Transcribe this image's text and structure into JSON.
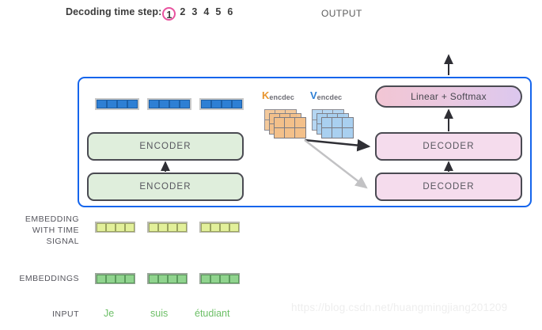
{
  "header": {
    "decoding_label": "Decoding time step:",
    "current_step": "1",
    "steps": [
      "2",
      "3",
      "4",
      "5",
      "6"
    ],
    "step_circle_color": "#e8539f",
    "output_label": "OUTPUT"
  },
  "model": {
    "container_border_color": "#1565ec",
    "encoder_top_label": "ENCODER",
    "encoder_bottom_label": "ENCODER",
    "decoder_top_label": "DECODER",
    "decoder_bottom_label": "DECODER",
    "linear_softmax_label": "Linear + Softmax",
    "encoder_color": "#dfeedc",
    "decoder_color": "#f5dced"
  },
  "attention": {
    "k_letter": "K",
    "k_subscript": "encdec",
    "k_color": "#e8952f",
    "v_letter": "V",
    "v_subscript": "encdec",
    "v_color": "#2e7fd4"
  },
  "rows": {
    "time_signal_label": [
      "EMBEDDING",
      "WITH TIME",
      "SIGNAL"
    ],
    "embeddings_label": "EMBEDDINGS",
    "input_label": "INPUT"
  },
  "tokens": {
    "words": [
      "Je",
      "suis",
      "étudiant"
    ],
    "word_color": "#6dbf67",
    "encoder_output_cells": 4,
    "time_signal_cells": 4,
    "embedding_cells": 4,
    "encoder_output_color": "#2e7fd4",
    "time_signal_color": "#e2f09a",
    "embedding_color": "#90d48e"
  },
  "watermark": "https://blog.csdn.net/huangmingjiang201209"
}
